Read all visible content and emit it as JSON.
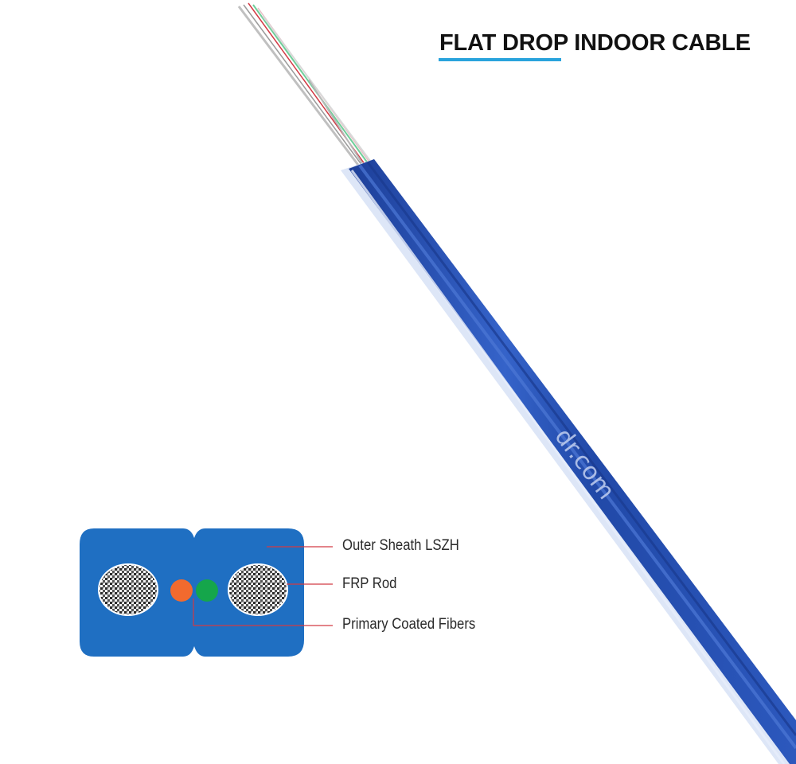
{
  "title": "FLAT DROP INDOOR CABLE",
  "brand_watermark": "dr.com",
  "callouts": {
    "outer_sheath": "Outer Sheath LSZH",
    "frp_rod": "FRP Rod",
    "fibers": "Primary Coated Fibers"
  },
  "colors": {
    "accent_underline": "#29a3dc",
    "sheath_blue": "#1f6fc2",
    "cable_blue": "#2b55b8",
    "leader_red": "#d23a44",
    "fiber_orange": "#f26a2e",
    "fiber_green": "#15a64b"
  }
}
